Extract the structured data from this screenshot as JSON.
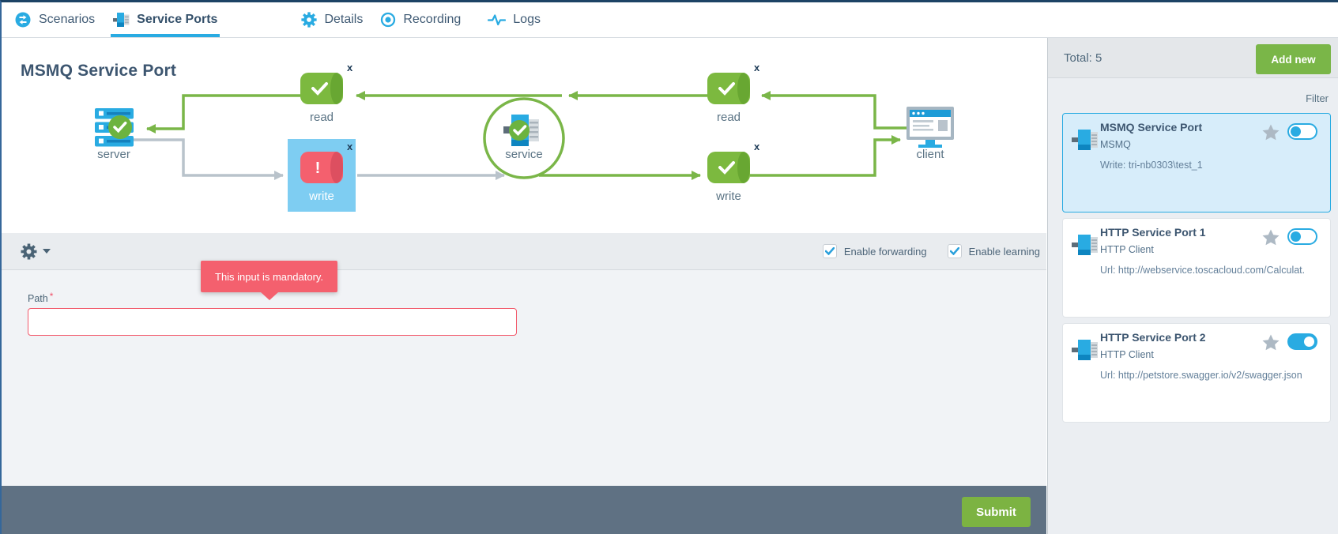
{
  "colors": {
    "accent": "#29abe2",
    "green": "#7ab648",
    "red": "#f4606e",
    "slate_text": "#3d5670",
    "muted_text": "#5a7384",
    "footer_bg": "#5f7183",
    "button_green": "#7cb342"
  },
  "nav": {
    "tabs": [
      {
        "label": "Scenarios",
        "icon": "scenarios-icon",
        "active": false
      },
      {
        "label": "Service Ports",
        "icon": "service-ports-icon",
        "active": true
      },
      {
        "label": "Details",
        "icon": "details-icon",
        "active": false
      },
      {
        "label": "Recording",
        "icon": "recording-icon",
        "active": false
      },
      {
        "label": "Logs",
        "icon": "logs-icon",
        "active": false
      }
    ]
  },
  "diagram": {
    "title": "MSMQ Service Port",
    "labels": {
      "server": "server",
      "read_left": "read",
      "write_left": "write",
      "service": "service",
      "read_right": "read",
      "write_right": "write",
      "client": "client"
    },
    "remove_marker": "x"
  },
  "settings": {
    "checkboxes": [
      {
        "label": "Enable forwarding",
        "checked": true
      },
      {
        "label": "Enable learning",
        "checked": true
      }
    ]
  },
  "form": {
    "validation_tooltip": "This input is mandatory.",
    "path_label": "Path",
    "required_marker": "*",
    "path_value": "",
    "submit_label": "Submit"
  },
  "sidebar": {
    "total_label": "Total: 5",
    "add_new_label": "Add new",
    "filter_label": "Filter",
    "cards": [
      {
        "title": "MSMQ Service Port",
        "subtitle": "MSMQ",
        "detail": "Write: tri-nb0303\\test_1",
        "selected": true,
        "enabled": false
      },
      {
        "title": "HTTP Service Port 1",
        "subtitle": "HTTP Client",
        "detail": "Url: http://webservice.toscacloud.com/Calculat...",
        "selected": false,
        "enabled": false
      },
      {
        "title": "HTTP Service Port 2",
        "subtitle": "HTTP Client",
        "detail": "Url: http://petstore.swagger.io/v2/swagger.json",
        "selected": false,
        "enabled": true
      }
    ]
  }
}
